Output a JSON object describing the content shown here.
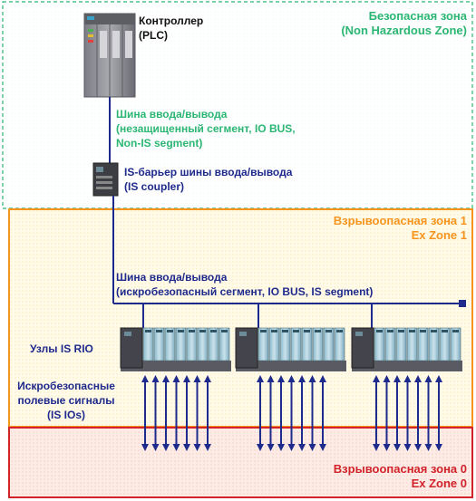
{
  "zones": {
    "safe": {
      "title": "Безопасная зона",
      "subtitle": "(Non Hazardous Zone)",
      "color": "#2bb673"
    },
    "ex1": {
      "title": "Взрывоопасная зона 1",
      "subtitle": "Ex Zone 1",
      "color": "#f7941d"
    },
    "ex0": {
      "title": "Взрывоопасная зона 0",
      "subtitle": "Ex Zone 0",
      "color": "#d2232a"
    }
  },
  "plc": {
    "line1": "Контроллер",
    "line2": "(PLC)"
  },
  "bus_non_is": {
    "line1": "Шина ввода/вывода",
    "line2": "(незащищенный сегмент, IO BUS,",
    "line3": "Non-IS segment)"
  },
  "coupler": {
    "line1": "IS-барьер шины ввода/вывода",
    "line2": "(IS coupler)"
  },
  "bus_is": {
    "line1": "Шина ввода/вывода",
    "line2": "(искробезопасный сегмент, IO BUS, IS segment)"
  },
  "nodes": {
    "label": "Узлы IS RIO",
    "count": 3
  },
  "field_signals": {
    "line1": "Искробезопасные",
    "line2": "полевые сигналы",
    "line3": "(IS IOs)",
    "arrows_per_node": 7
  },
  "colors": {
    "bus_line": "#1e2a8c",
    "non_is_text": "#2bb673",
    "arrow": "#1e2a8c"
  }
}
